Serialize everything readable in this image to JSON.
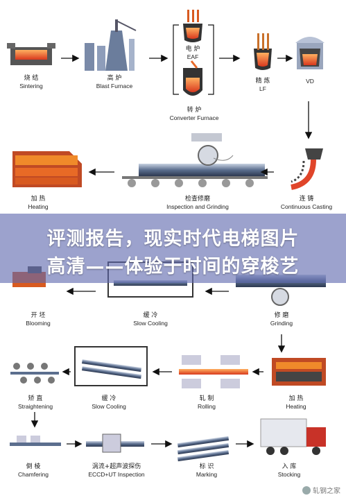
{
  "steps": [
    {
      "id": "sintering",
      "cn": "烧 结",
      "en": "Sintering"
    },
    {
      "id": "blast",
      "cn": "高 炉",
      "en": "Blast Furnace"
    },
    {
      "id": "eaf",
      "cn": "电 炉",
      "en": "EAF"
    },
    {
      "id": "converter",
      "cn": "转 炉",
      "en": "Converter Furnace"
    },
    {
      "id": "lf",
      "cn": "精 炼",
      "en": "LF"
    },
    {
      "id": "vd",
      "cn": "",
      "en": "VD"
    },
    {
      "id": "heating1",
      "cn": "加 热",
      "en": "Heating"
    },
    {
      "id": "inspect1",
      "cn": "检查修磨",
      "en": "Inspection and Grinding"
    },
    {
      "id": "casting",
      "cn": "连 铸",
      "en": "Continuous Casting"
    },
    {
      "id": "blooming",
      "cn": "开 坯",
      "en": "Blooming"
    },
    {
      "id": "slow1",
      "cn": "缓 冷",
      "en": "Slow Cooling"
    },
    {
      "id": "grinding",
      "cn": "修 磨",
      "en": "Grinding"
    },
    {
      "id": "straight",
      "cn": "矫 直",
      "en": "Straightening"
    },
    {
      "id": "slow2",
      "cn": "缓 冷",
      "en": "Slow Cooling"
    },
    {
      "id": "rolling",
      "cn": "轧 制",
      "en": "Rolling"
    },
    {
      "id": "heating2",
      "cn": "加 热",
      "en": "Heating"
    },
    {
      "id": "chamfer",
      "cn": "倒 棱",
      "en": "Chamfering"
    },
    {
      "id": "eccd",
      "cn": "涡流+超声波探伤",
      "en": "ECCD+UT Inspection"
    },
    {
      "id": "marking",
      "cn": "标 识",
      "en": "Marking"
    },
    {
      "id": "stock",
      "cn": "入 库",
      "en": "Stocking"
    }
  ],
  "banner": {
    "line1": "评测报告，现实时代电梯图片",
    "line2": "高清——体验于时间的穿梭艺"
  },
  "watermark": "轧钢之家",
  "colors": {
    "hot": "#e0452a",
    "orange": "#f08a2a",
    "steel": "#4a5a7a",
    "banner": "#5f69af"
  }
}
